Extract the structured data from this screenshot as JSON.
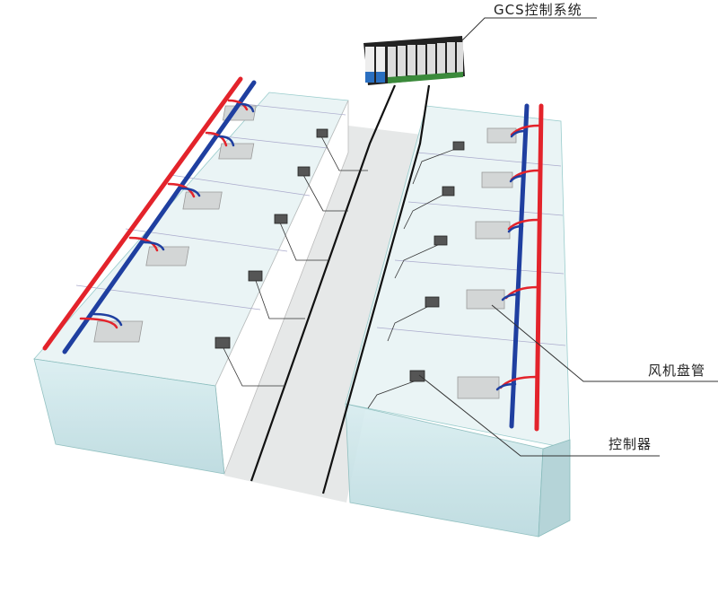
{
  "labels": {
    "gcs_system": "GCS控制系统",
    "fan_coil": "风机盘管",
    "controller": "控制器"
  },
  "colors": {
    "hot_pipe": "#e3232b",
    "cold_pipe": "#1f3fa0",
    "room_glass": "#cfe6ea",
    "fan_coil": "#d3d6d6"
  }
}
